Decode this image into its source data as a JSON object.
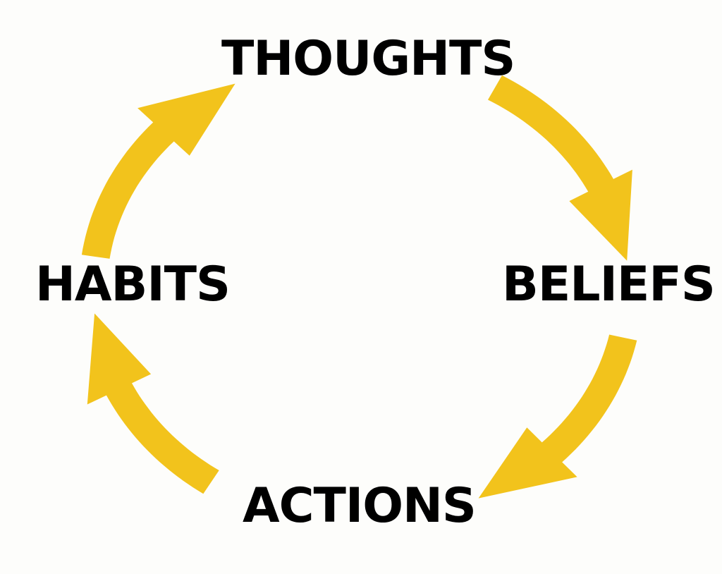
{
  "diagram": {
    "nodes": [
      {
        "id": "thoughts",
        "label": "THOUGHTS"
      },
      {
        "id": "beliefs",
        "label": "BELIEFS"
      },
      {
        "id": "actions",
        "label": "ACTIONS"
      },
      {
        "id": "habits",
        "label": "HABITS"
      }
    ],
    "edges": [
      {
        "from": "thoughts",
        "to": "beliefs"
      },
      {
        "from": "beliefs",
        "to": "actions"
      },
      {
        "from": "actions",
        "to": "habits"
      },
      {
        "from": "habits",
        "to": "thoughts"
      }
    ],
    "colors": {
      "arrow": "#F2C31C",
      "text": "#000000",
      "background": "#FDFDFB"
    }
  }
}
